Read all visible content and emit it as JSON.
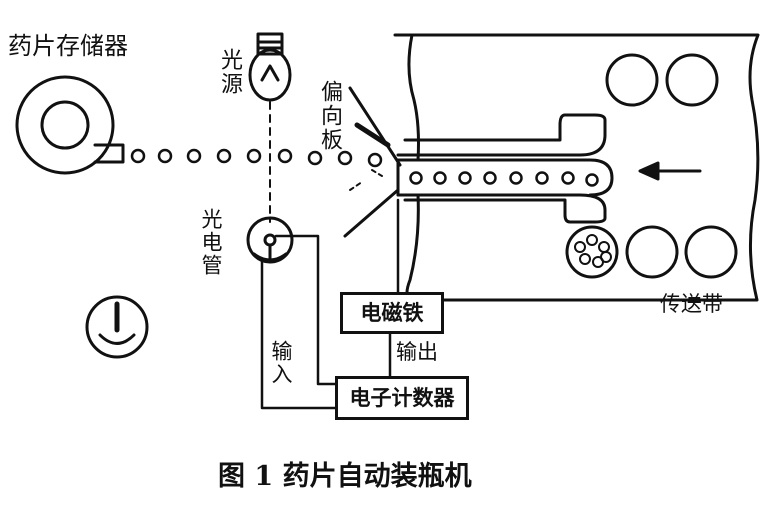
{
  "labels": {
    "tablet_storage": "药片存储器",
    "light_source": "光源",
    "deflector": "偏向板",
    "photocell": "光电管",
    "electromagnet": "电磁铁",
    "output": "输出",
    "input": "输入",
    "counter": "电子计数器",
    "conveyor": "传送带"
  },
  "caption": "图 1   药片自动装瓶机"
}
